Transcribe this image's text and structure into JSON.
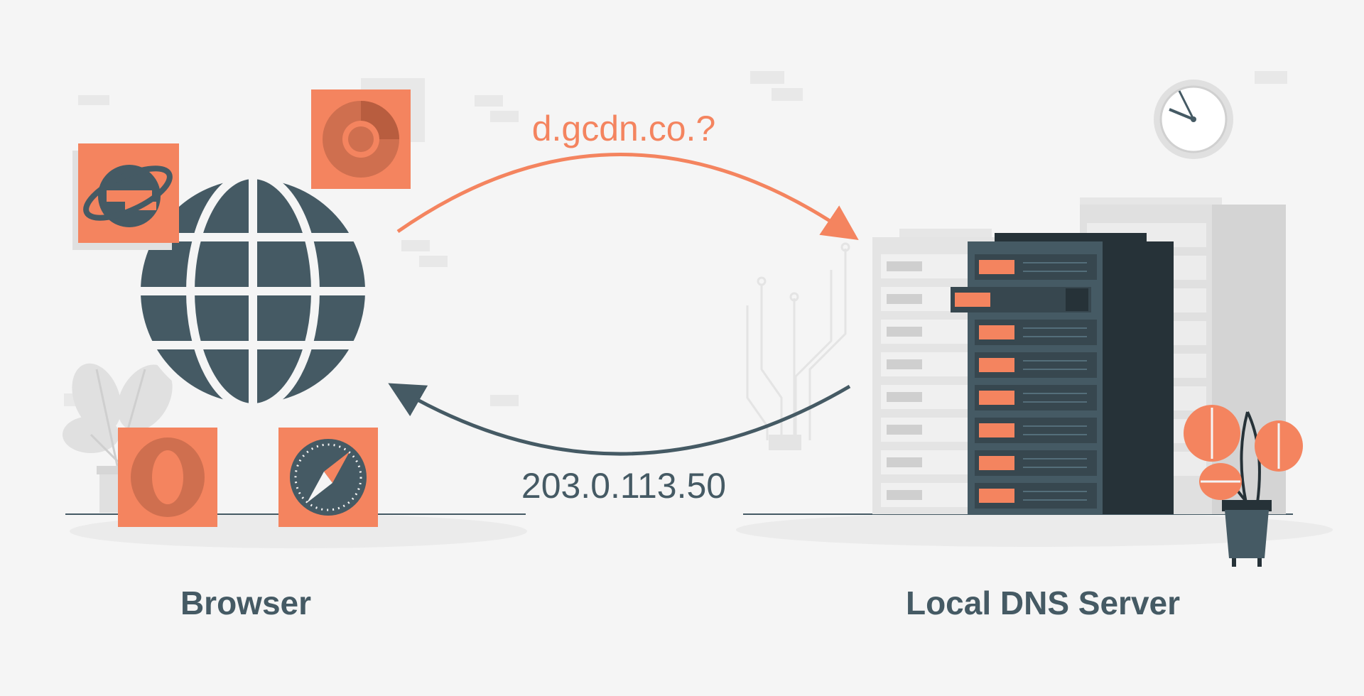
{
  "colors": {
    "background": "#f5f5f5",
    "accent": "#f4845f",
    "dark": "#455a64",
    "darker": "#263238",
    "light_gray": "#e0e0e0"
  },
  "query": {
    "text": "d.gcdn.co.?",
    "direction": "browser-to-dns"
  },
  "answer": {
    "text": "203.0.113.50",
    "direction": "dns-to-browser"
  },
  "nodes": {
    "browser": {
      "label": "Browser"
    },
    "dns_server": {
      "label": "Local DNS Server"
    }
  },
  "browser_icons": [
    "internet-explorer-icon",
    "chrome-icon",
    "opera-icon",
    "safari-icon"
  ],
  "decorations": [
    "globe-icon",
    "clock-icon",
    "server-rack-icon",
    "plant-icon"
  ]
}
